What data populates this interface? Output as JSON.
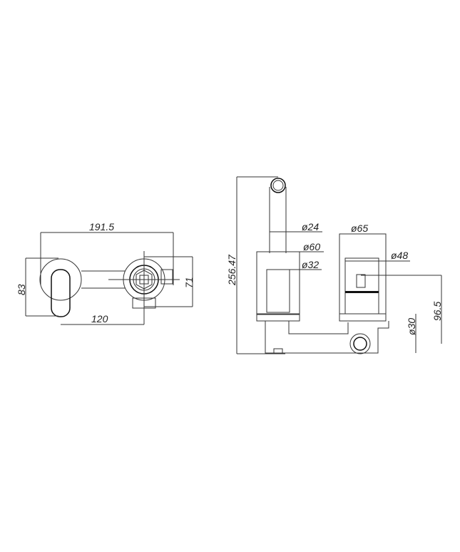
{
  "front_view": {
    "width_total": "191.5",
    "height": "83",
    "center_distance": "120",
    "plate_height": "71"
  },
  "side_view": {
    "total_height": "256.47",
    "spout_diameter": "ø24",
    "spout_plate_diameter": "ø60",
    "spout_sleeve_diameter": "ø32",
    "handle_plate_diameter": "ø65",
    "cartridge_diameter": "ø48",
    "inlet_diameter": "ø30",
    "cartridge_depth": "96.5"
  }
}
